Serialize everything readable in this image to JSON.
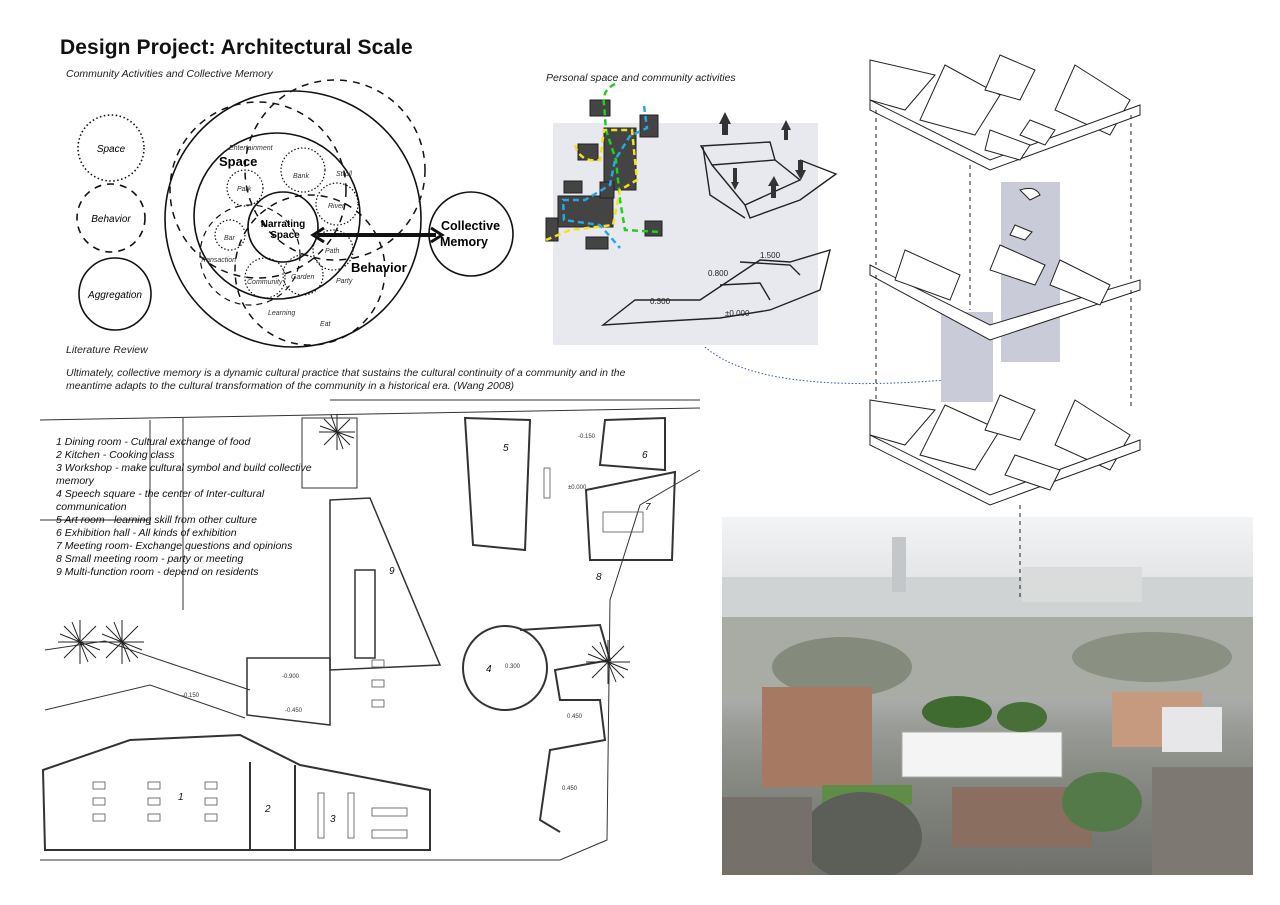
{
  "title": "Design Project: Architectural Scale",
  "section1": {
    "subtitle": "Community Activities and Collective Memory",
    "legend": {
      "space": "Space",
      "behavior": "Behavior",
      "aggregation": "Aggregation"
    },
    "diagram": {
      "space_label": "Space",
      "behavior_label": "Behavior",
      "center_label_1": "Narrating",
      "center_label_2": "Space",
      "memory_label_1": "Collective",
      "memory_label_2": "Memory",
      "activities": [
        "Entertainment",
        "Bank",
        "Stroll",
        "Park",
        "River",
        "Bar",
        "Path",
        "Transaction",
        "Community",
        "Garden",
        "Party",
        "Learning",
        "Eat"
      ]
    },
    "literature_label": "Literature Review",
    "quote": "Ultimately, collective memory is a dynamic cultural practice that sustains the cultural continuity of a community and in the meantime adapts to the cultural transformation of the community in a historical era. (Wang 2008)"
  },
  "section2": {
    "subtitle": "Personal space and community activities",
    "sketch_levels": [
      "1.500",
      "0.800",
      "0.300",
      "±0.000"
    ],
    "path_colors": {
      "green": "#1fd01f",
      "yellow": "#f2e21a",
      "blue": "#29a8e0"
    }
  },
  "plan": {
    "rooms": [
      "1 Dining room -  Cultural exchange of food",
      "2 Kitchen - Cooking class",
      "3 Workshop - make cultural symbol and build collective memory",
      "4 Speech square - the center of Inter-cultural communication",
      "5 Art room - learning skill from other culture",
      "6 Exhibition hall - All kinds of exhibition",
      "7 Meeting room- Exchange questions and opinions",
      "8 Small meeting room - party or meeting",
      "9 Multi-function room -  depend on residents"
    ],
    "room_numbers": [
      "1",
      "2",
      "3",
      "4",
      "5",
      "6",
      "7",
      "8",
      "9"
    ],
    "levels": [
      "-0.150",
      "±0.000",
      "-0.900",
      "-0.450",
      "-0.150",
      "0.300",
      "0.450",
      "0.450"
    ]
  },
  "colors": {
    "highlight_panel": "#e8e9ee",
    "axon_highlight": "#c9ccd8"
  }
}
